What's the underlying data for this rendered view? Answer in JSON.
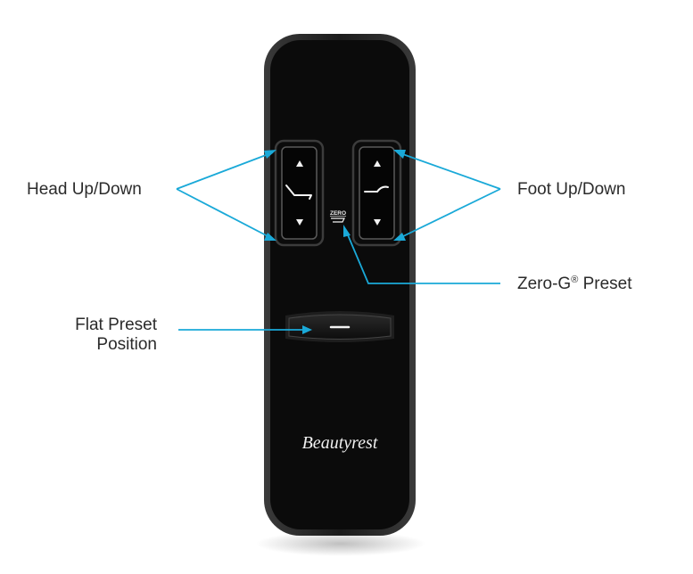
{
  "device": {
    "zero_g_badge": "ZERO",
    "brand": "Beautyrest"
  },
  "callouts": {
    "head": "Head Up/Down",
    "foot": "Foot Up/Down",
    "zero_g": "Zero-G",
    "zero_g_mark": "®",
    "zero_g_suffix": " Preset",
    "flat_line1": "Flat Preset",
    "flat_line2": "Position"
  },
  "colors": {
    "callout_line": "#1aa9d8",
    "remote_body": "#0b0b0b",
    "label_text": "#2b2b2b"
  }
}
